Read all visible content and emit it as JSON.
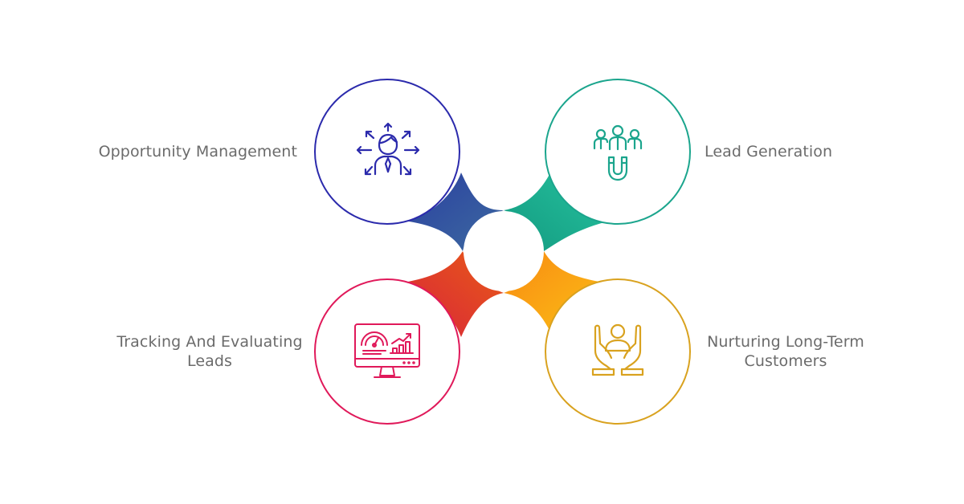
{
  "diagram": {
    "items": [
      {
        "label_lines": [
          "Opportunity Management"
        ],
        "icon": "opportunity-management-icon",
        "color": "#2b2aac"
      },
      {
        "label_lines": [
          "Lead Generation"
        ],
        "icon": "lead-generation-magnet-icon",
        "color": "#1ba58d"
      },
      {
        "label_lines": [
          "Tracking And Evaluating",
          "Leads"
        ],
        "icon": "tracking-dashboard-icon",
        "color": "#e0195a"
      },
      {
        "label_lines": [
          "Nurturing Long-Term",
          "Customers"
        ],
        "icon": "nurturing-hands-icon",
        "color": "#d9a21f"
      }
    ],
    "colors": {
      "blue_wedge": "#33579e",
      "teal_wedge": "#1fb898",
      "red_wedge": "#e04a1f",
      "orange_wedge": "#fba410",
      "label_text": "#6b6b6b"
    }
  }
}
